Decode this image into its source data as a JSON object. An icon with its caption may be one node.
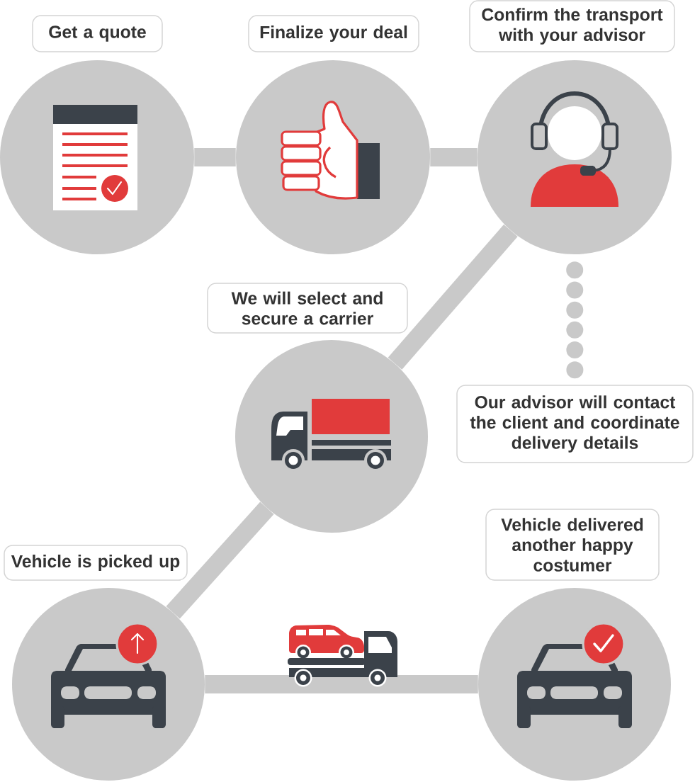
{
  "diagram": {
    "nodes": [
      {
        "text": [
          "Get a quote"
        ]
      },
      {
        "text": [
          "Finalize your deal"
        ]
      },
      {
        "text": [
          "Confirm the transport with your advisor"
        ]
      },
      {
        "text": [
          "Our advisor will contact the client and coordinate delivery details"
        ]
      },
      {
        "text": [
          "We will select and secure a carrier"
        ]
      },
      {
        "text": [
          "Vehicle is picked up"
        ]
      },
      {
        "text": [
          "Vehicle delivered another happy costumer"
        ]
      }
    ],
    "edges": [
      {
        "from": 0,
        "to": 1,
        "arrow": "none"
      },
      {
        "from": 1,
        "to": 2,
        "arrow": "none"
      },
      {
        "from": 2,
        "to": 3,
        "arrow": "none",
        "style": "dashed"
      },
      {
        "from": 2,
        "to": 4,
        "arrow": "none"
      },
      {
        "from": 4,
        "to": 5,
        "arrow": "none"
      },
      {
        "from": 5,
        "to": 6,
        "arrow": "none"
      }
    ]
  }
}
